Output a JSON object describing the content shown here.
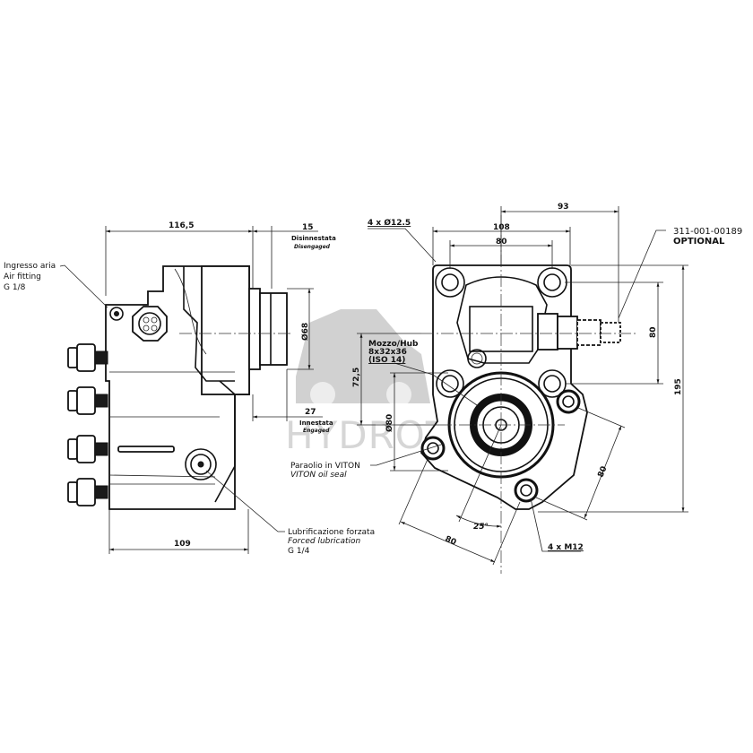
{
  "watermark": {
    "text": "HYDROTRUCK"
  },
  "side_view": {
    "dim_length": "116,5",
    "dim_disengaged": "15",
    "disengaged_it": "Disinnestata",
    "disengaged_en": "Disengaged",
    "dim_engaged": "27",
    "engaged_it": "Innestata",
    "engaged_en": "Engaged",
    "dim_diameter": "Ø68",
    "dim_base": "109",
    "air_fitting": {
      "line1": "Ingresso aria",
      "line2": "Air fitting",
      "line3": "G 1/8"
    },
    "lubrication": {
      "line1": "Lubrificazione forzata",
      "line2": "Forced lubrication",
      "line3": "G 1/4"
    }
  },
  "front_view": {
    "dim_93": "93",
    "dim_108": "108",
    "dim_80_top": "80",
    "dim_80_right": "80",
    "dim_195": "195",
    "dim_72_5": "72,5",
    "dim_phi80": "Ø80",
    "dim_80_diag_right": "80",
    "dim_80_diag_bottom": "80",
    "dim_angle": "25°",
    "holes": "4 x Ø12.5",
    "threads": "4 x M12",
    "hub": {
      "line1": "Mozzo/Hub",
      "line2": "8x32x36",
      "line3": "(ISO 14)"
    },
    "oil_seal": {
      "line1": "Paraolio in VITON",
      "line2": "VITON oil seal"
    },
    "option": {
      "code": "311-001-00189",
      "label": "OPTIONAL"
    }
  }
}
